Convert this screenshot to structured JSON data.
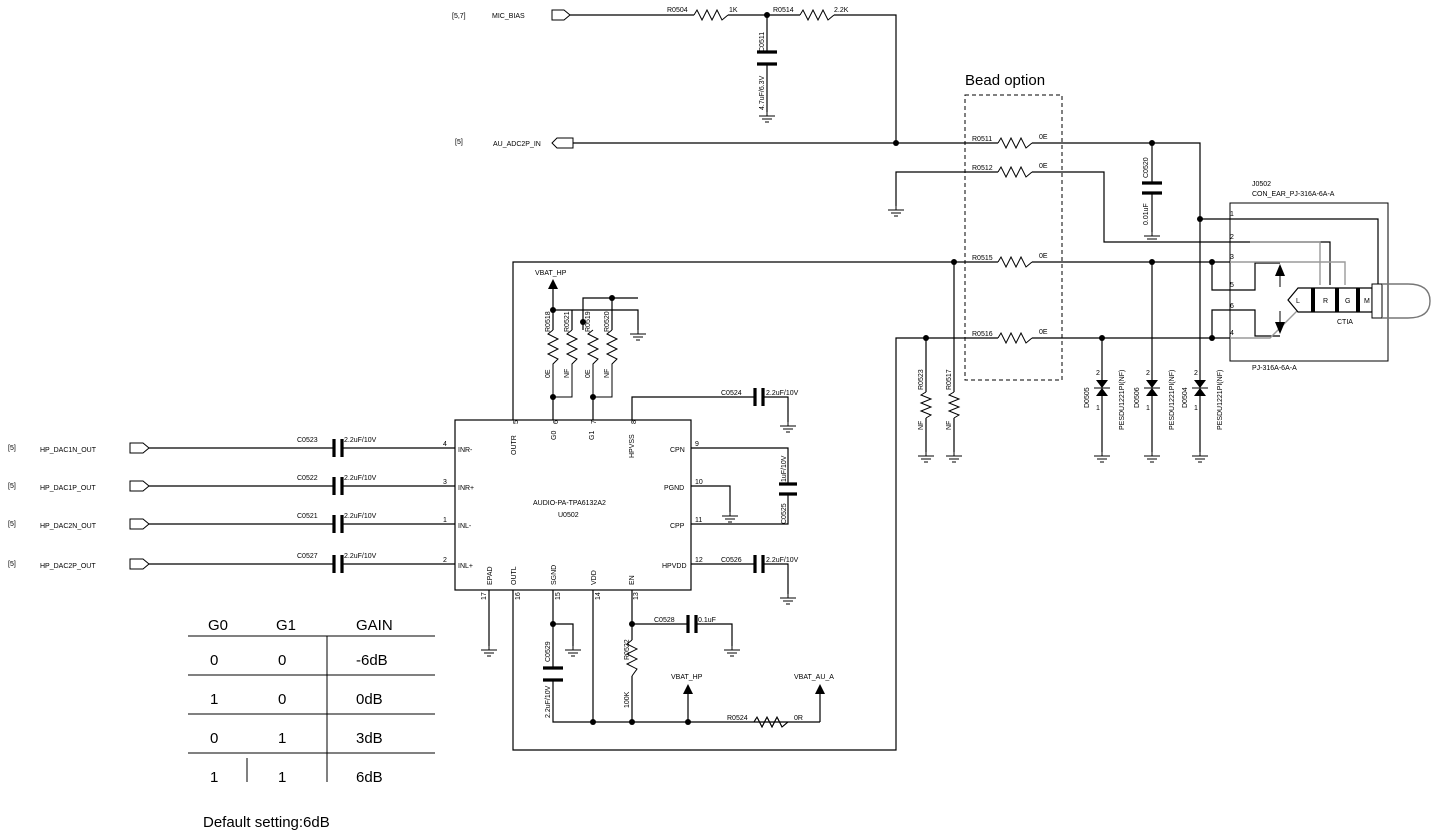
{
  "bead_option": "Bead option",
  "default_setting": "Default setting:6dB",
  "nets": {
    "mic_bias": {
      "ref": "[5,7]",
      "name": "MIC_BIAS"
    },
    "au_adc2p": {
      "ref": "[5]",
      "name": "AU_ADC2P_IN"
    },
    "hp_dac1n": {
      "ref": "[5]",
      "name": "HP_DAC1N_OUT"
    },
    "hp_dac1p": {
      "ref": "[5]",
      "name": "HP_DAC1P_OUT"
    },
    "hp_dac2n": {
      "ref": "[5]",
      "name": "HP_DAC2N_OUT"
    },
    "hp_dac2p": {
      "ref": "[5]",
      "name": "HP_DAC2P_OUT"
    }
  },
  "power": {
    "vbat_hp": "VBAT_HP",
    "vbat_au_a": "VBAT_AU_A"
  },
  "resistors": {
    "r0504": {
      "ref": "R0504",
      "value": "1K"
    },
    "r0514": {
      "ref": "R0514",
      "value": "2.2K"
    },
    "r0511": {
      "ref": "R0511",
      "value": "0E"
    },
    "r0512": {
      "ref": "R0512",
      "value": "0E"
    },
    "r0515": {
      "ref": "R0515",
      "value": "0E"
    },
    "r0516": {
      "ref": "R0516",
      "value": "0E"
    },
    "r0518": {
      "ref": "R0518",
      "value": "0E"
    },
    "r0521": {
      "ref": "R0521",
      "value": "NF"
    },
    "r0519": {
      "ref": "R0519",
      "value": "0E"
    },
    "r0520": {
      "ref": "R0520",
      "value": "NF"
    },
    "r0523": {
      "ref": "R0523",
      "value": "NF"
    },
    "r0517": {
      "ref": "R0517",
      "value": "NF"
    },
    "r0522": {
      "ref": "R0522",
      "value": "100K"
    },
    "r0524": {
      "ref": "R0524",
      "value": "0R"
    }
  },
  "capacitors": {
    "c0511": {
      "ref": "C0511",
      "value": "4.7uF/6.3V"
    },
    "c0520": {
      "ref": "C0520",
      "value": "0.01uF"
    },
    "c0523": {
      "ref": "C0523",
      "value": "2.2uF/10V"
    },
    "c0522": {
      "ref": "C0522",
      "value": "2.2uF/10V"
    },
    "c0521": {
      "ref": "C0521",
      "value": "2.2uF/10V"
    },
    "c0527": {
      "ref": "C0527",
      "value": "2.2uF/10V"
    },
    "c0524": {
      "ref": "C0524",
      "value": "2.2uF/10V"
    },
    "c0525": {
      "ref": "C0525",
      "value": "1uF/10V"
    },
    "c0526": {
      "ref": "C0526",
      "value": "2.2uF/10V"
    },
    "c0528": {
      "ref": "C0528",
      "value": "0.1uF"
    },
    "c0529": {
      "ref": "C0529",
      "value": "2.2uF/10V"
    }
  },
  "diodes": {
    "d0505": {
      "ref": "D0505",
      "part": "PESDU1221PI(NF)",
      "pin_top": "2",
      "pin_bot": "1"
    },
    "d0506": {
      "ref": "D0506",
      "part": "PESDU1221PI(NF)",
      "pin_top": "2",
      "pin_bot": "1"
    },
    "d0504": {
      "ref": "D0504",
      "part": "PESDU1221PI(NF)",
      "pin_top": "2",
      "pin_bot": "1"
    }
  },
  "ic": {
    "part": "AUDIO-PA-TPA6132A2",
    "ref": "U0502",
    "pins": {
      "inrn": {
        "name": "INR-",
        "num": "4"
      },
      "inrp": {
        "name": "INR+",
        "num": "3"
      },
      "inln": {
        "name": "INL-",
        "num": "1"
      },
      "inlp": {
        "name": "INL+",
        "num": "2"
      },
      "outr": {
        "name": "OUTR",
        "num": "5"
      },
      "g0": {
        "name": "G0",
        "num": "6"
      },
      "g1": {
        "name": "G1",
        "num": "7"
      },
      "hpvss": {
        "name": "HPVSS",
        "num": "8"
      },
      "cpn": {
        "name": "CPN",
        "num": "9"
      },
      "pgnd": {
        "name": "PGND",
        "num": "10"
      },
      "cpp": {
        "name": "CPP",
        "num": "11"
      },
      "hpvdd": {
        "name": "HPVDD",
        "num": "12"
      },
      "epad": {
        "name": "EPAD",
        "num": "17"
      },
      "outl": {
        "name": "OUTL",
        "num": "16"
      },
      "sgnd": {
        "name": "SGND",
        "num": "15"
      },
      "vdd": {
        "name": "VDD",
        "num": "14"
      },
      "en": {
        "name": "EN",
        "num": "13"
      }
    }
  },
  "jack": {
    "ref": "J0502",
    "part": "CON_EAR_PJ-316A-6A-A",
    "bottom_label": "PJ-316A-6A-A",
    "standard": "CTIA",
    "pins": [
      "1",
      "2",
      "3",
      "5",
      "6",
      "4"
    ],
    "rings": [
      "L",
      "R",
      "G",
      "M"
    ]
  },
  "gain_table": {
    "headers": [
      "G0",
      "G1",
      "GAIN"
    ],
    "rows": [
      [
        "0",
        "0",
        "-6dB"
      ],
      [
        "1",
        "0",
        "0dB"
      ],
      [
        "0",
        "1",
        "3dB"
      ],
      [
        "1",
        "1",
        "6dB"
      ]
    ]
  }
}
